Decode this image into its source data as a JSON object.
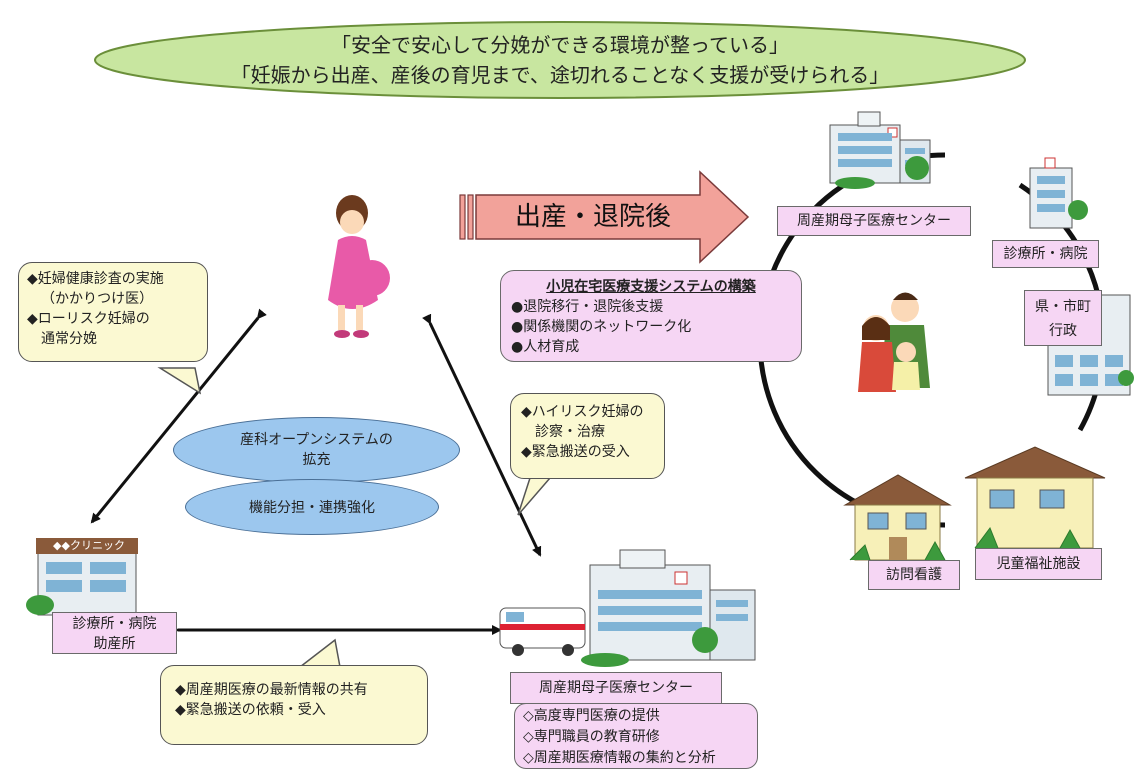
{
  "header": {
    "line1": "「安全で安心して分娩ができる環境が整っている」",
    "line2": "「妊娠から出産、産後の育児まで、途切れることなく支援が受けられる」"
  },
  "arrow_label": "出産・退院後",
  "bubble_top_left": {
    "items": [
      "◆妊婦健康診査の実施",
      "（かかりつけ医）",
      "◆ローリスク妊婦の",
      "通常分娩"
    ]
  },
  "support_box": {
    "title": "小児在宅医療支援システムの構築",
    "items": [
      "●退院移行・退院後支援",
      "●関係機関のネットワーク化",
      "●人材育成"
    ]
  },
  "ovals": {
    "open_system": [
      "産科オープンシステムの",
      "拡充"
    ],
    "division": "機能分担・連携強化"
  },
  "bubble_mid_right": {
    "items": [
      "◆ハイリスク妊婦の",
      "診察・治療",
      "◆緊急搬送の受入"
    ]
  },
  "bubble_bottom": {
    "items": [
      "◆周産期医療の最新情報の共有",
      "◆緊急搬送の依頼・受入"
    ]
  },
  "labels": {
    "perinatal_center_top": "周産期母子医療センター",
    "clinic_hospital_right": "診療所・病院",
    "pref_city": [
      "県・市町",
      "行政"
    ],
    "home_nursing": "訪問看護",
    "child_welfare": "児童福祉施設",
    "clinic_left": [
      "診療所・病院",
      "助産所"
    ],
    "clinic_sign": "◆◆クリニック",
    "perinatal_center_bottom": "周産期母子医療センター"
  },
  "center_box": {
    "items": [
      "◇高度専門医療の提供",
      "◇専門職員の教育研修",
      "◇周産期医療情報の集約と分析"
    ]
  },
  "colors": {
    "top_ellipse": "#c8e6a0",
    "arrow_fill": "#f2a29a",
    "label_pink": "#f6d6f4",
    "bubble_cream": "#fbf9d2",
    "oval_blue": "#9cc7ee"
  }
}
